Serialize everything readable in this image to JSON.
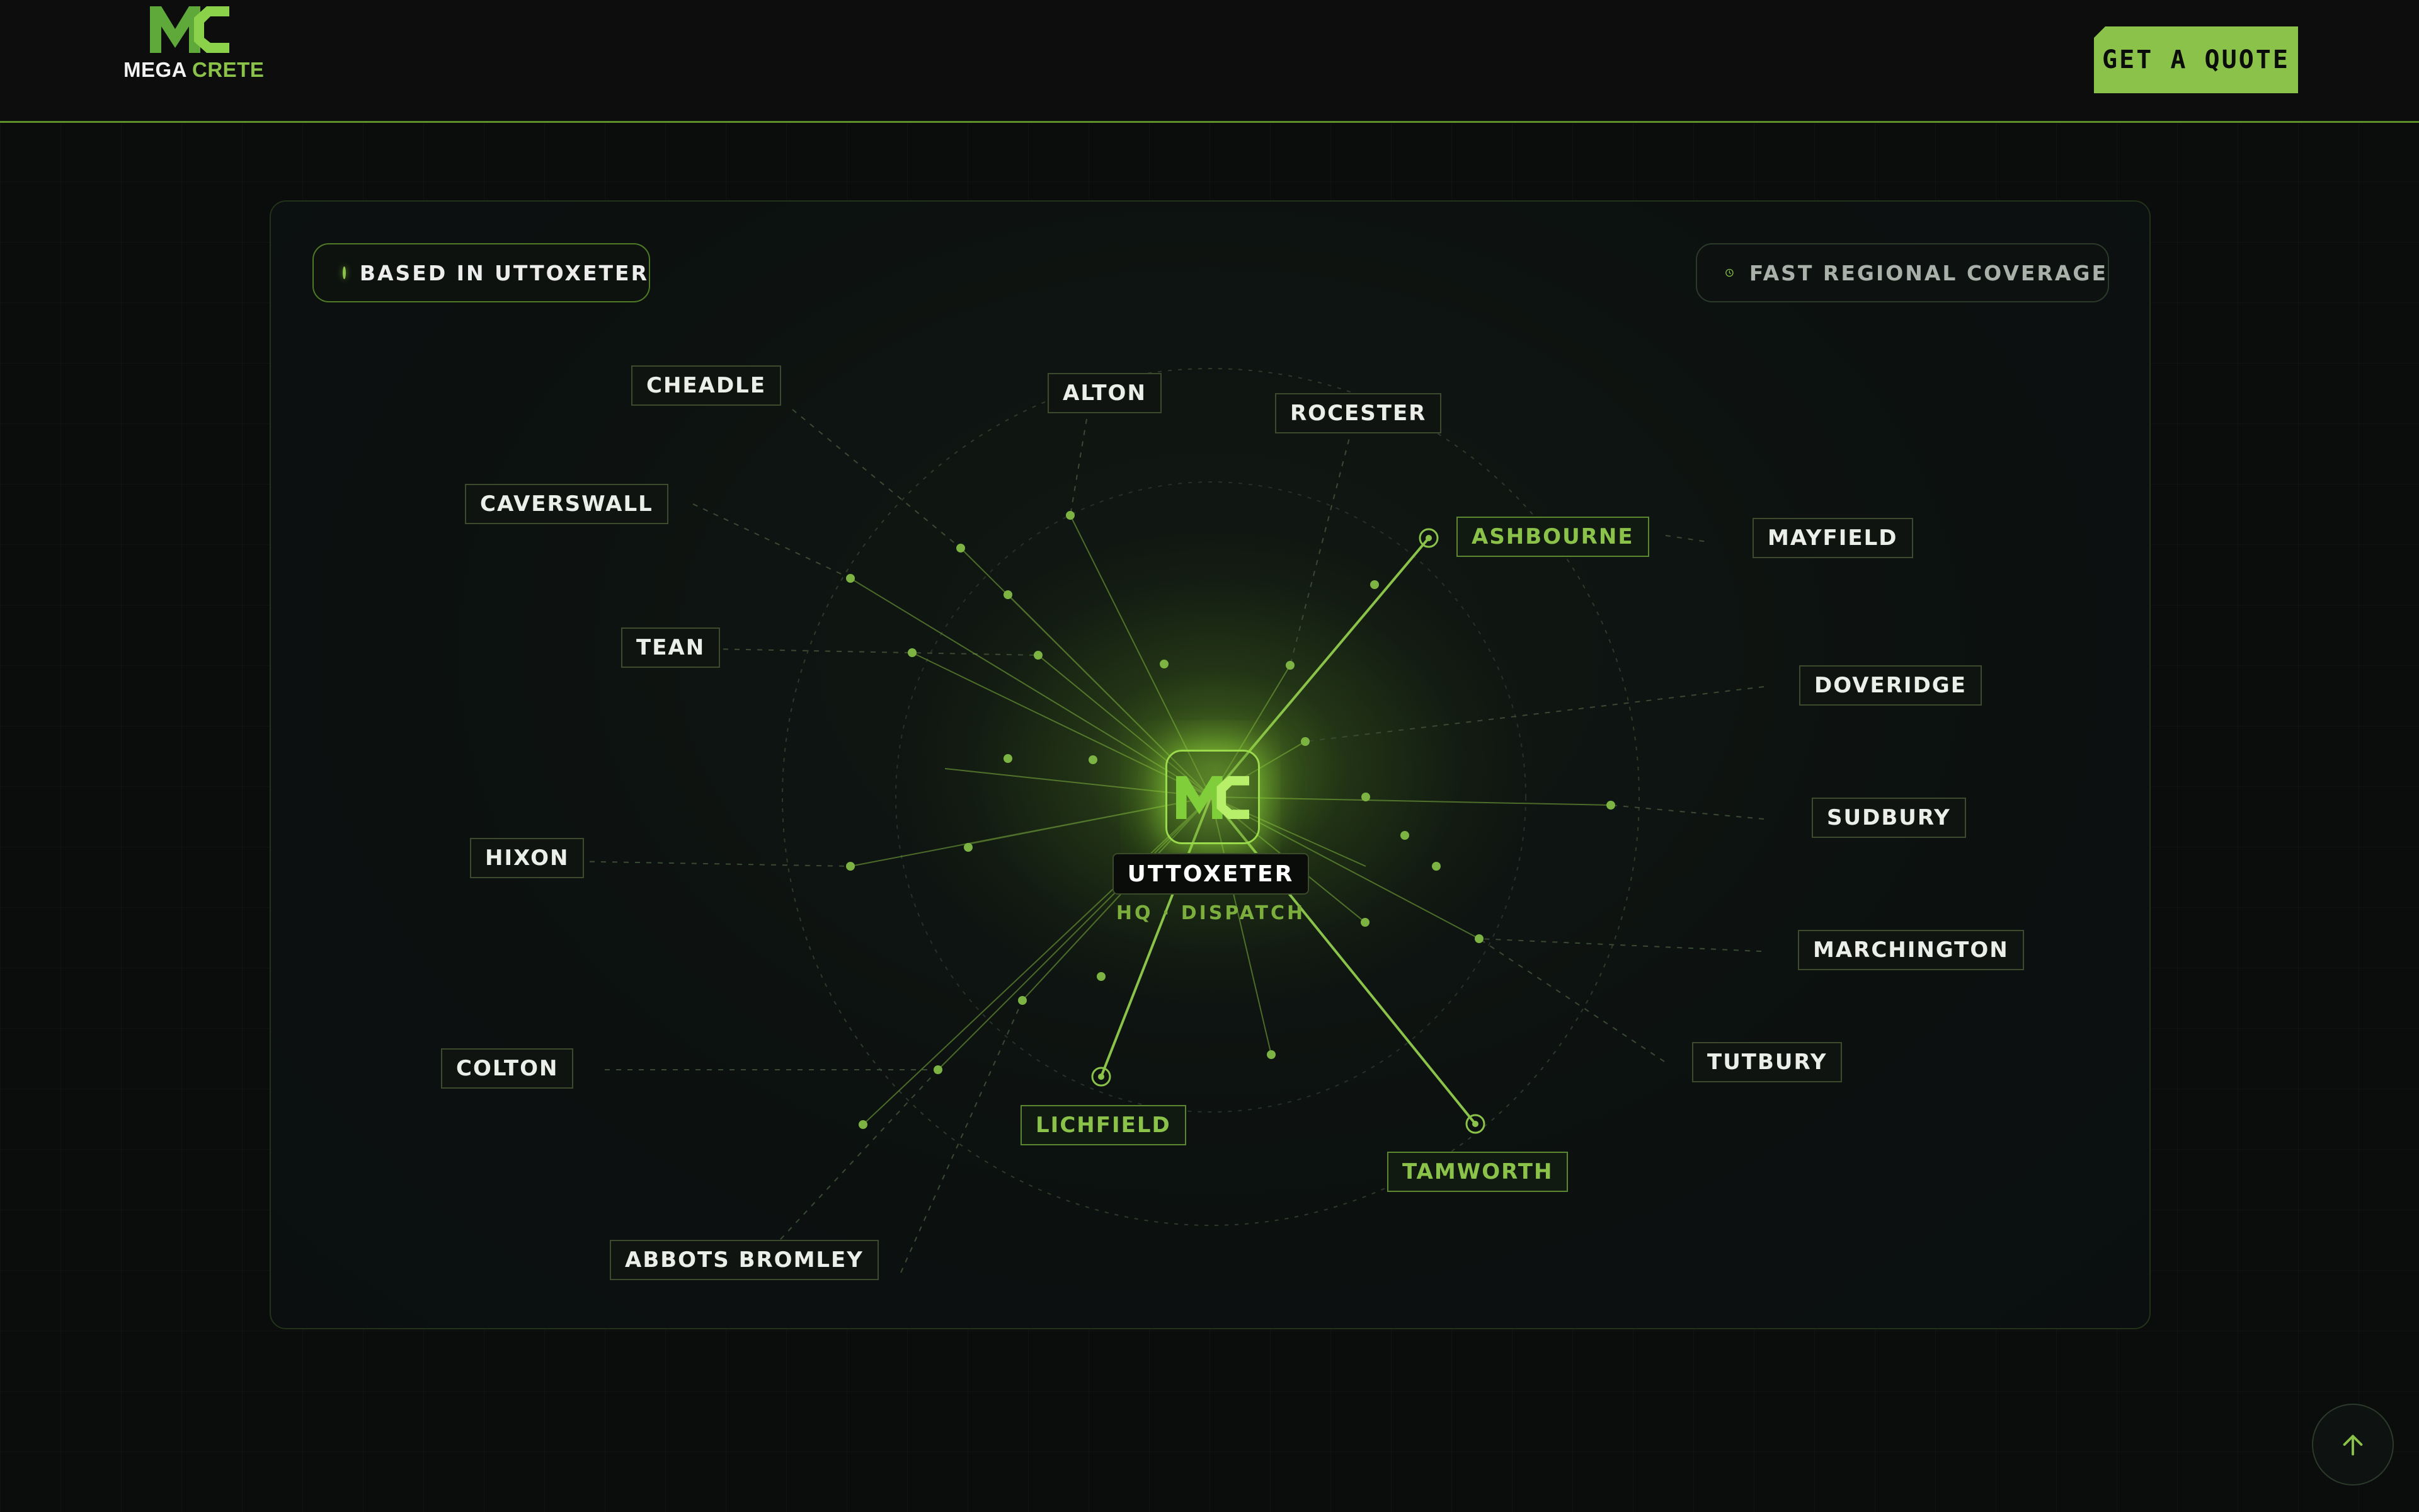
{
  "header": {
    "logo_part1": "MEGA",
    "logo_part2": "CRETE",
    "cta_label": "GET A QUOTE"
  },
  "map": {
    "badge_left": "BASED IN UTTOXETER",
    "badge_right": "FAST REGIONAL COVERAGE",
    "hq_name": "UTTOXETER",
    "hq_sub": "HQ · DISPATCH",
    "towns": {
      "cheadle": "CHEADLE",
      "alton": "ALTON",
      "rocester": "ROCESTER",
      "caverswall": "CAVERSWALL",
      "ashbourne": "ASHBOURNE",
      "mayfield": "MAYFIELD",
      "tean": "TEAN",
      "doveridge": "DOVERIDGE",
      "sudbury": "SUDBURY",
      "hixon": "HIXON",
      "marchington": "MARCHINGTON",
      "tutbury": "TUTBURY",
      "colton": "COLTON",
      "lichfield": "LICHFIELD",
      "tamworth": "TAMWORTH",
      "abbots_bromley": "ABBOTS BROMLEY"
    },
    "highlighted_towns": [
      "ASHBOURNE",
      "LICHFIELD",
      "TAMWORTH"
    ]
  },
  "colors": {
    "accent": "#8bc34a",
    "background": "#0b0d0c",
    "panel_border": "#22331a"
  },
  "icons": [
    "mega-crete-logo-icon",
    "clock-icon",
    "hq-logo-icon",
    "arrow-up-icon"
  ]
}
